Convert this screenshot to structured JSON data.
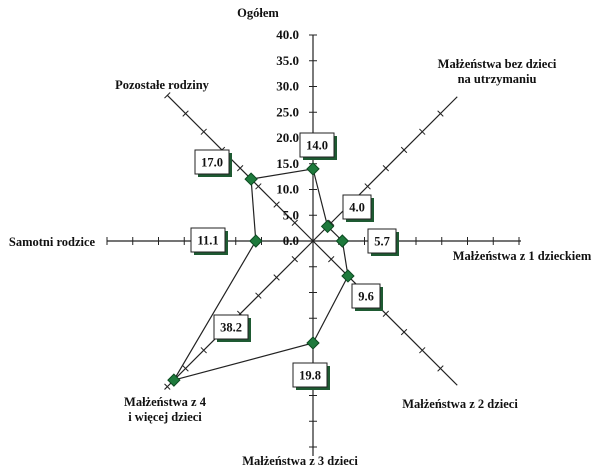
{
  "chart_data": {
    "type": "radar",
    "title": "",
    "radial_ticks": [
      "0.0",
      "5.0",
      "10.0",
      "15.0",
      "20.0",
      "25.0",
      "30.0",
      "35.0",
      "40.0"
    ],
    "rmax": 40,
    "categories": [
      "Ogółem",
      "Małżeństwa bez dzieci na utrzymaniu",
      "Małżeństwa z 1 dzieckiem",
      "Małżeństwa z 2 dzieci",
      "Małżeństwa z 3 dzieci",
      "Małżeństwa z 4 i więcej dzieci",
      "Samotni rodzice",
      "Pozostałe rodziny"
    ],
    "values": [
      14.0,
      4.0,
      5.7,
      9.6,
      19.8,
      38.2,
      11.1,
      17.0
    ],
    "value_labels": [
      "14.0",
      "4.0",
      "5.7",
      "9.6",
      "19.8",
      "38.2",
      "11.1",
      "17.0"
    ],
    "marker_color": "#1e7a3c"
  }
}
